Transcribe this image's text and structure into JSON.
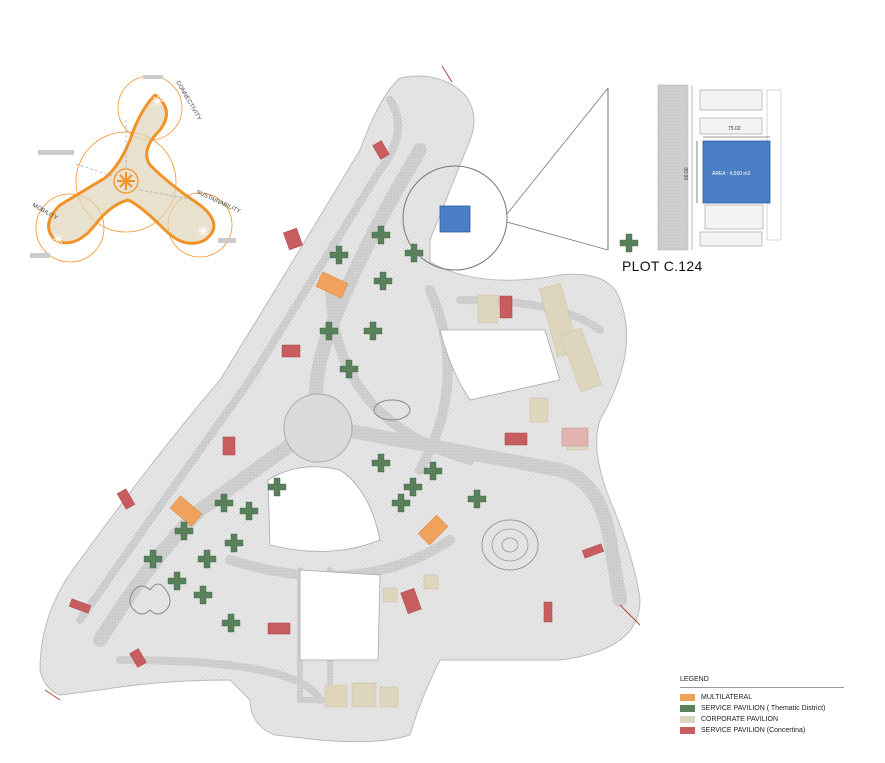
{
  "plot_title": "PLOT C.124",
  "inset": {
    "area_label": "AREA : 4,500 m2",
    "width_dim": "75.02",
    "height_dim": "60.00"
  },
  "diagram": {
    "labels": [
      "CONNECTIVITY",
      "SUSTAINABILITY",
      "MOBILITY"
    ],
    "accent_color": "#f29226"
  },
  "legend": {
    "title": "LEGEND",
    "items": [
      {
        "label": "MULTILATERAL",
        "color": "#f0a25c"
      },
      {
        "label": "SERVICE PAVILION ( Thematic District)",
        "color": "#58805a"
      },
      {
        "label": "CORPORATE PAVILION",
        "color": "#ddd6bd"
      },
      {
        "label": "SERVICE PAVILION (Concertina)",
        "color": "#c85d5f"
      }
    ]
  },
  "colors": {
    "site_fill": "#e9e9e9",
    "road_fill": "#d3d3d3",
    "plot_highlight": "#4a7fc5"
  }
}
